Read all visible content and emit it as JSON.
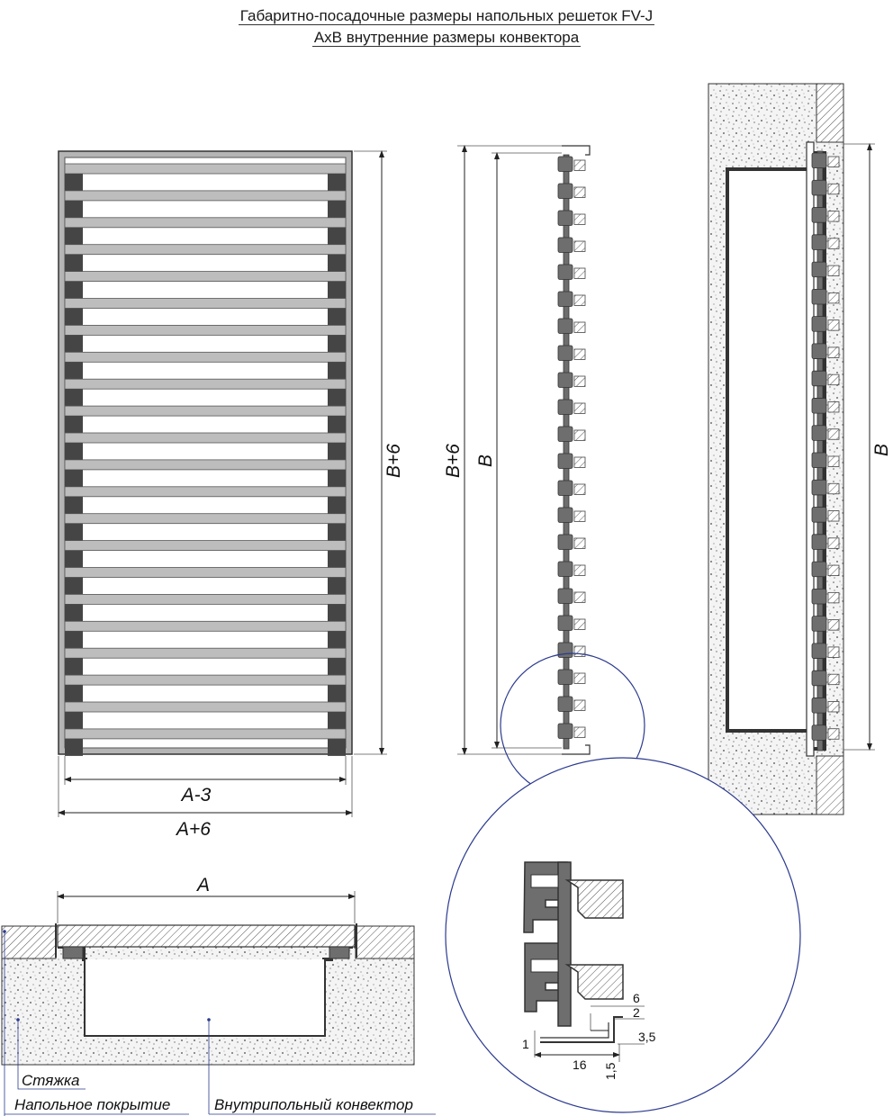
{
  "title": {
    "line1": "Габаритно-посадочные размеры напольных решеток FV-J",
    "line2": "АхВ внутренние размеры конвектора"
  },
  "dimensions": {
    "front_width_inner": "A-3",
    "front_width_outer": "A+6",
    "front_height_outer": "B+6",
    "side_height_outer": "B+6",
    "side_height_inner": "B",
    "section_height": "B",
    "cross_width": "A"
  },
  "detail": {
    "d6": "6",
    "d2": "2",
    "d35": "3,5",
    "d1": "1",
    "d16": "16",
    "d15": "1,5"
  },
  "legend": {
    "screed": "Стяжка",
    "floor_covering": "Напольное покрытие",
    "convector": "Внутрипольный конвектор"
  },
  "colors": {
    "frame": "#b5b5b5",
    "support": "#454545",
    "profile": "#6e6e6e",
    "concrete": "#f2f2f2",
    "detail_circle": "#2b3a8f"
  }
}
